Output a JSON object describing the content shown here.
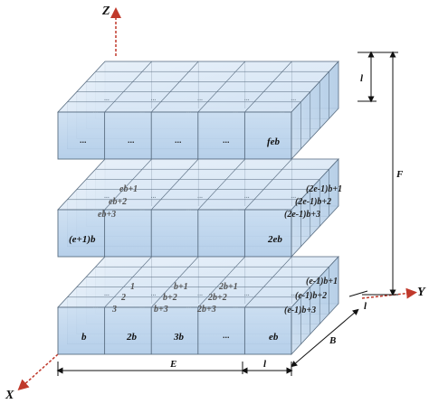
{
  "axes": {
    "z_label": "Z",
    "x_label": "X",
    "y_label": "Y"
  },
  "dimensions": {
    "E": "E",
    "B": "B",
    "F": "F",
    "l_top": "l",
    "l_bottom": "l",
    "l_side": "l"
  },
  "bottom_layer": {
    "front_labels": [
      "b",
      "2b",
      "3b",
      "...",
      "eb"
    ],
    "inner_labels": [
      "1",
      "2",
      "3",
      "b+1",
      "b+2",
      "b+3",
      "2b+1",
      "2b+2",
      "2b+3",
      "(e-1)b+1",
      "(e-1)b+2",
      "(e-1)b+3"
    ]
  },
  "middle_layer": {
    "front_labels": [
      "(e+1)b",
      "2eb"
    ],
    "inner_labels": [
      "eb+1",
      "eb+2",
      "eb+3",
      "(2e-1)b+1",
      "(2e-1)b+2",
      "(2e-1)b+3"
    ]
  },
  "top_layer": {
    "front_labels": [
      "...",
      "...",
      "...",
      "...",
      "feb"
    ]
  },
  "ellipsis": "...",
  "colors": {
    "cell_fill": "#d6e6f5",
    "cell_fill_front": "#b9d1ea",
    "edge": "#5a6e82",
    "axis_arrow": "#c0392b",
    "dim_line": "#111111"
  }
}
